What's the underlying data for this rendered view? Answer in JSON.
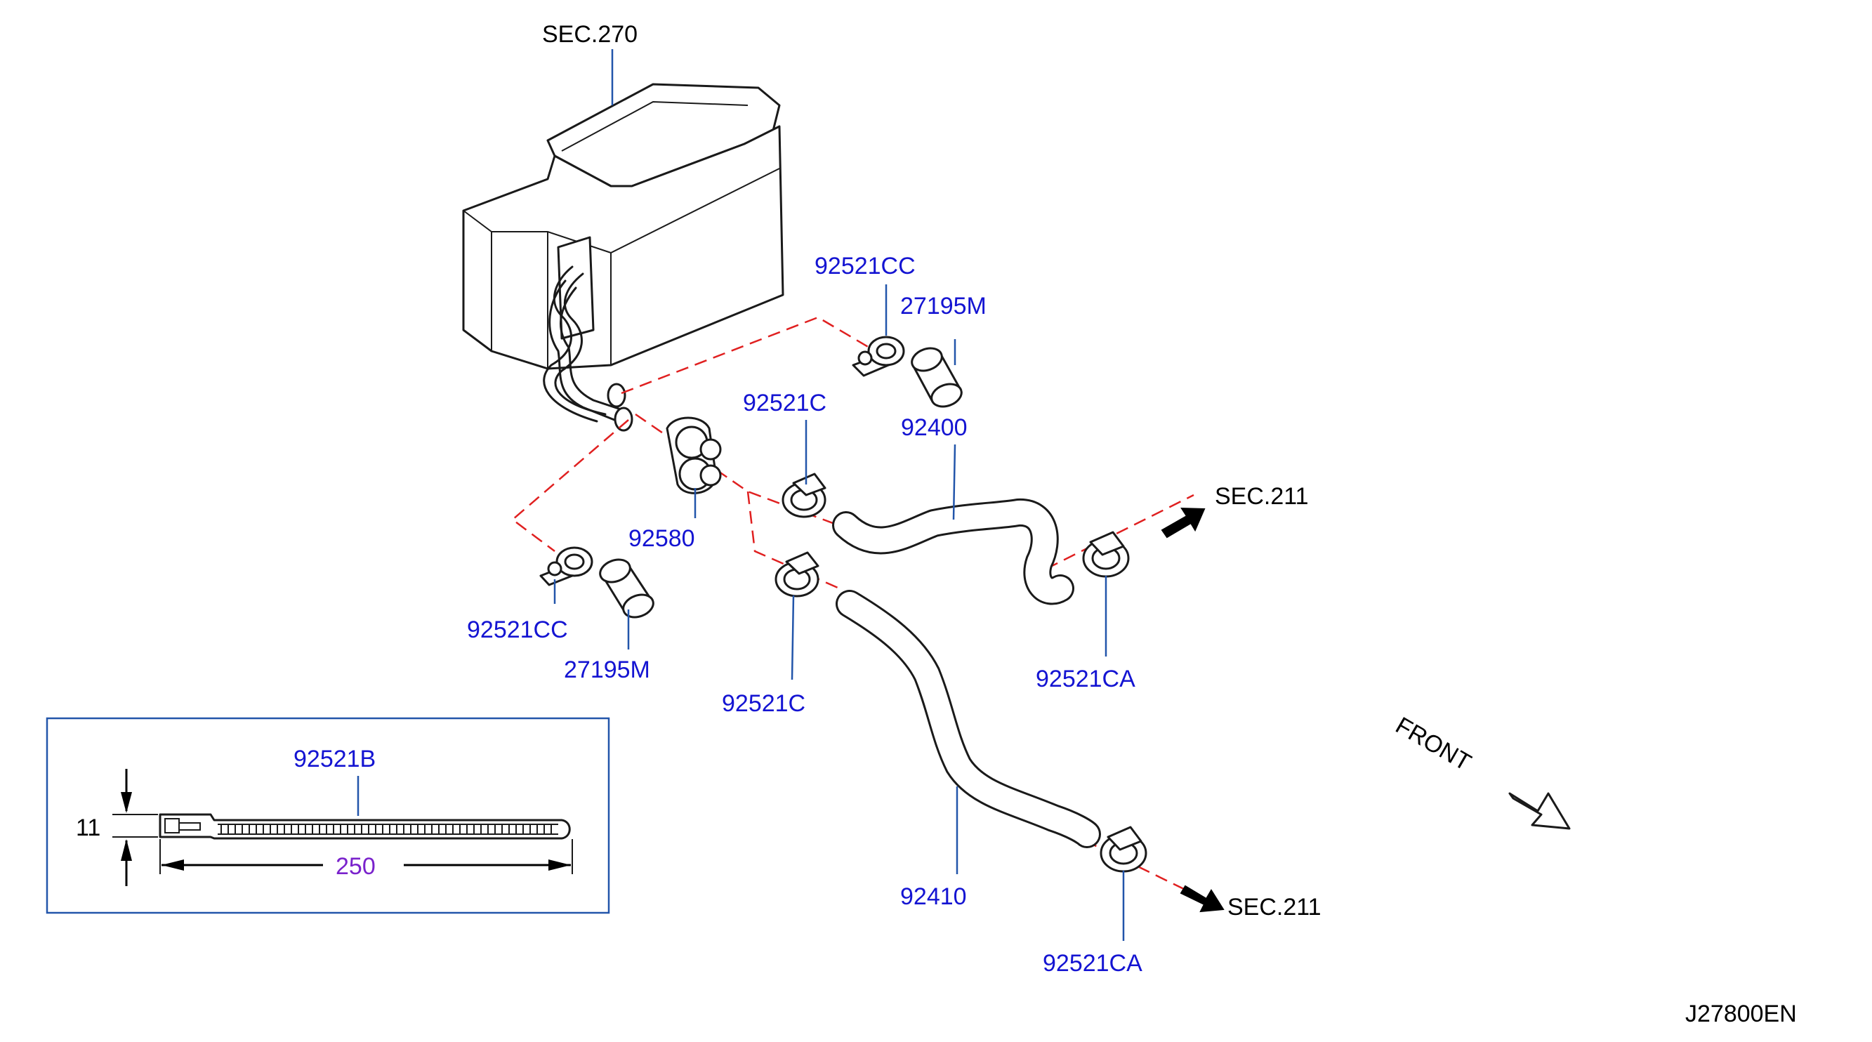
{
  "diagram": {
    "code": "J27800EN",
    "front_label": "FRONT",
    "sections": {
      "heater_unit": "SEC.270",
      "engine_upper": "SEC.211",
      "engine_lower": "SEC.211"
    },
    "parts": {
      "clip_upper": "92521CC",
      "grommet_upper": "27195M",
      "clamp_upper": "92521C",
      "hose_upper": "92400",
      "grommet_plate": "92580",
      "clip_lower": "92521CC",
      "grommet_lower": "27195M",
      "clamp_lower": "92521C",
      "clamp_engine_upper": "92521CA",
      "hose_lower": "92410",
      "clamp_engine_lower": "92521CA"
    },
    "inset": {
      "part": "92521B",
      "height_dim": "11",
      "length_dim": "250"
    },
    "colors": {
      "part_label": "#1414d2",
      "section_label": "#000000",
      "dimension_value": "#7a22cc",
      "centerline": "#e02020",
      "inset_border": "#2255aa"
    }
  }
}
